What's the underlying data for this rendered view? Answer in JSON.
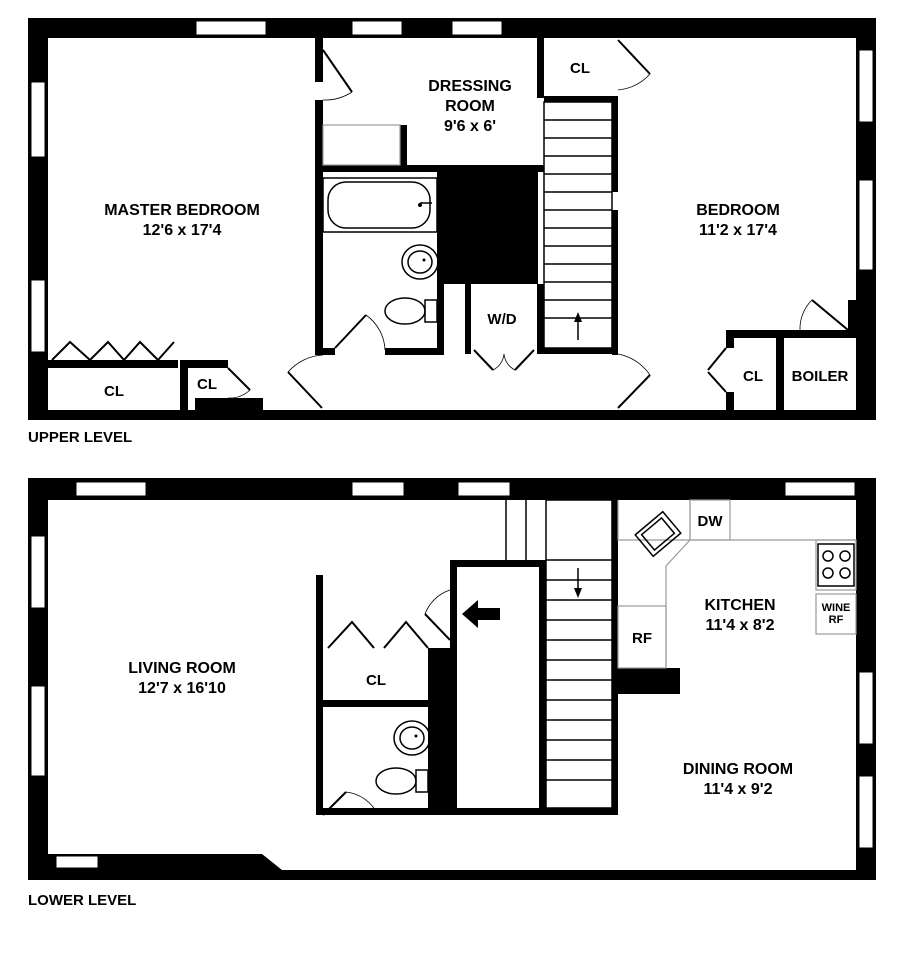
{
  "upper": {
    "level_label": "UPPER LEVEL",
    "master_bedroom": {
      "name": "MASTER BEDROOM",
      "dims": "12'6 x 17'4"
    },
    "dressing_room": {
      "name_line1": "DRESSING",
      "name_line2": "ROOM",
      "dims": "9'6 x 6'"
    },
    "bedroom": {
      "name": "BEDROOM",
      "dims": "11'2 x 17'4"
    },
    "washer_dryer": "W/D",
    "boiler": "BOILER",
    "closet_master": "CL",
    "closet_small": "CL",
    "closet_dressing": "CL",
    "closet_bedroom": "CL"
  },
  "lower": {
    "level_label": "LOWER LEVEL",
    "living_room": {
      "name": "LIVING ROOM",
      "dims": "12'7 x 16'10"
    },
    "kitchen": {
      "name": "KITCHEN",
      "dims": "11'4 x 8'2"
    },
    "dining_room": {
      "name": "DINING ROOM",
      "dims": "11'4 x 9'2"
    },
    "dishwasher": "DW",
    "refrigerator": "RF",
    "wine_fridge_line1": "WINE",
    "wine_fridge_line2": "RF",
    "closet": "CL"
  }
}
